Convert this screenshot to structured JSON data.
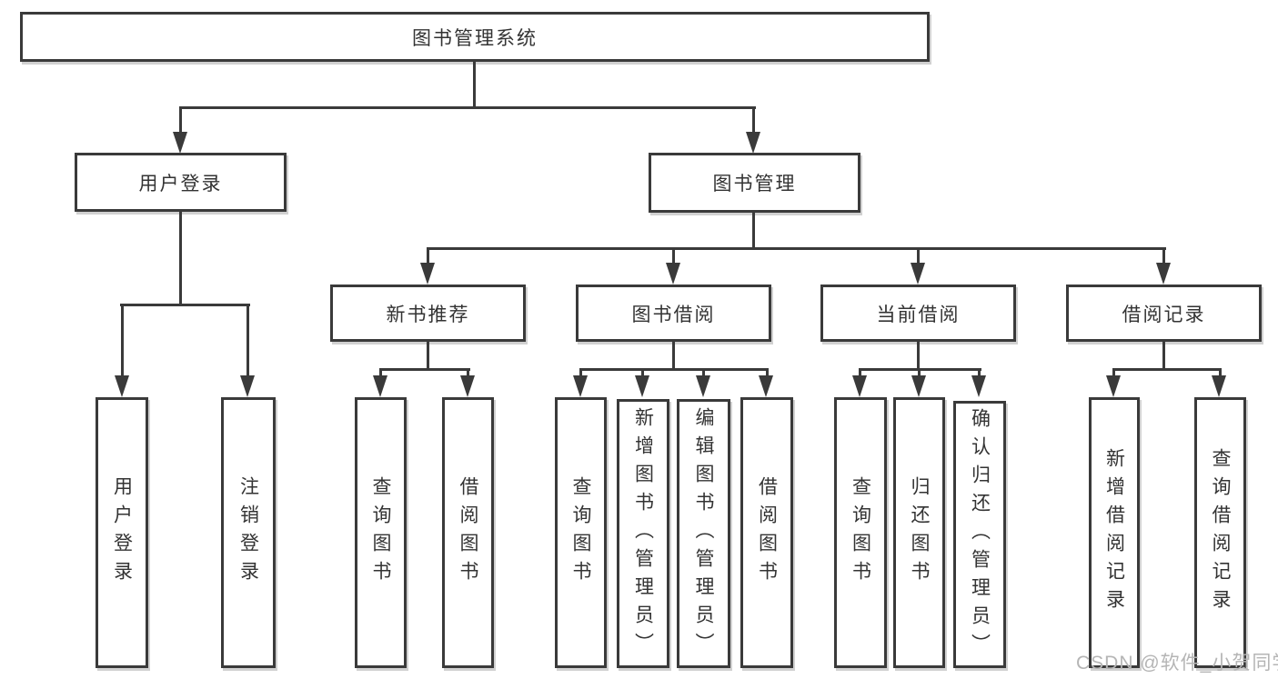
{
  "diagram_title": "图书管理系统",
  "tree": {
    "label": "图书管理系统",
    "children": [
      {
        "label": "用户登录",
        "children": [
          {
            "label": "用户登录"
          },
          {
            "label": "注销登录"
          }
        ]
      },
      {
        "label": "图书管理",
        "children": [
          {
            "label": "新书推荐",
            "children": [
              {
                "label": "查询图书"
              },
              {
                "label": "借阅图书"
              }
            ]
          },
          {
            "label": "图书借阅",
            "children": [
              {
                "label": "查询图书"
              },
              {
                "label": "新增图书（管理员）"
              },
              {
                "label": "编辑图书（管理员）"
              },
              {
                "label": "借阅图书"
              }
            ]
          },
          {
            "label": "当前借阅",
            "children": [
              {
                "label": "查询图书"
              },
              {
                "label": "归还图书"
              },
              {
                "label": "确认归还（管理员）"
              }
            ]
          },
          {
            "label": "借阅记录",
            "children": [
              {
                "label": "新增借阅记录"
              },
              {
                "label": "查询借阅记录"
              }
            ]
          }
        ]
      }
    ]
  },
  "watermark": "CSDN @软件_小贺同学",
  "colors": {
    "line": "#3a3a3a",
    "text": "#333333",
    "background": "#ffffff",
    "watermark": "#b5b5b5"
  }
}
